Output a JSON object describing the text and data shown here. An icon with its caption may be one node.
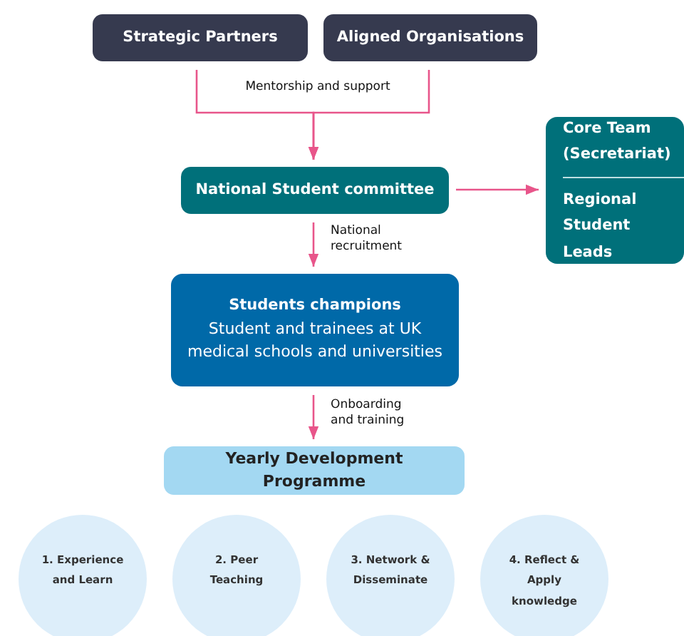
{
  "diagram": {
    "nodes": [
      {
        "text": [
          "Strategic Partners"
        ]
      },
      {
        "text": [
          "Aligned Organisations"
        ]
      },
      {
        "text": [
          "National Student committee"
        ]
      },
      {
        "text": [
          "Core Team (Secretariat)",
          "Regional Student Leads"
        ]
      },
      {
        "text": [
          "Students champions",
          "Student and trainees at UK medical schools and universities"
        ]
      },
      {
        "text": [
          "Yearly Development Programme"
        ]
      },
      {
        "text": [
          "1. Experience and Learn"
        ]
      },
      {
        "text": [
          "2. Peer Teaching"
        ]
      },
      {
        "text": [
          "3. Network & Disseminate"
        ]
      },
      {
        "text": [
          "4. Reflect & Apply knowledge"
        ]
      }
    ],
    "edges": [
      {
        "from": 0,
        "to": 2,
        "arrow": "to",
        "label": "Mentorship and support"
      },
      {
        "from": 1,
        "to": 2,
        "arrow": "to"
      },
      {
        "from": 2,
        "to": 3,
        "arrow": "to"
      },
      {
        "from": 2,
        "to": 4,
        "arrow": "to",
        "label": "National recruitment"
      },
      {
        "from": 4,
        "to": 5,
        "arrow": "to",
        "label": "Onboarding and training"
      }
    ]
  }
}
